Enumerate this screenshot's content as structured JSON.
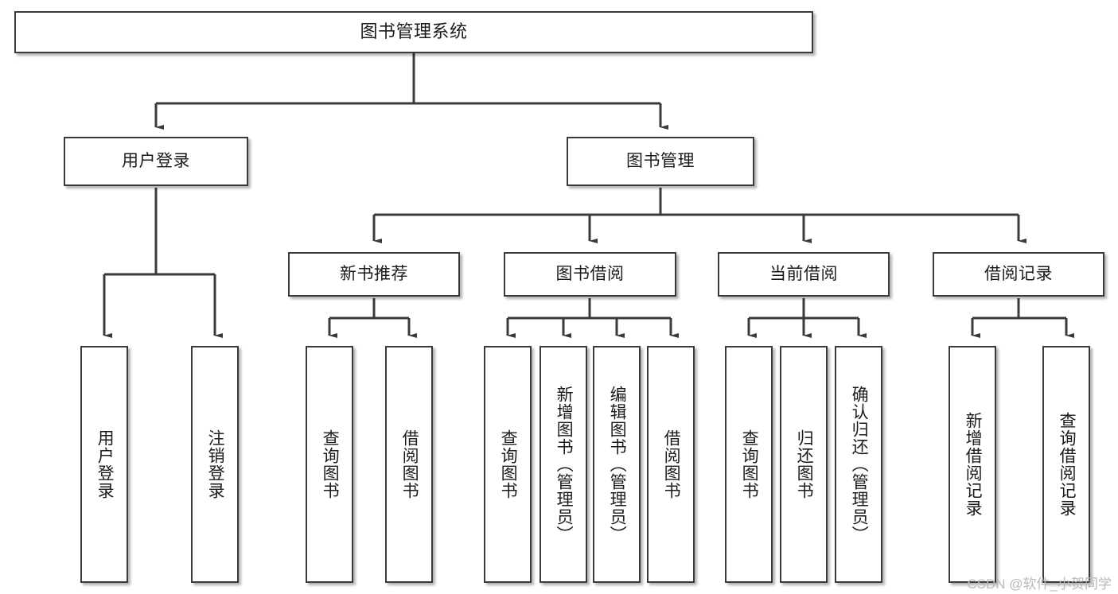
{
  "diagram": {
    "type": "tree-flowchart",
    "title": "图书管理系统",
    "watermark": "CSDN @软件_小贺同学",
    "colors": {
      "background": "#ffffff",
      "box_fill": "#ffffff",
      "box_border": "#3a3a3a",
      "connector": "#3a3a3a",
      "text": "#1b1b1b",
      "watermark": "#b9b9b9"
    },
    "nodes": {
      "root": {
        "label": "图书管理系统"
      },
      "tier2": [
        {
          "id": "user-login",
          "label": "用户登录"
        },
        {
          "id": "book-manage",
          "label": "图书管理"
        }
      ],
      "tier3": [
        {
          "id": "new-book-recommend",
          "label": "新书推荐"
        },
        {
          "id": "book-borrow",
          "label": "图书借阅"
        },
        {
          "id": "current-borrow",
          "label": "当前借阅"
        },
        {
          "id": "borrow-record",
          "label": "借阅记录"
        }
      ],
      "leaves": {
        "user-login": [
          {
            "id": "leaf-user-login",
            "label": "用户登录"
          },
          {
            "id": "leaf-logout",
            "label": "注销登录"
          }
        ],
        "new-book-recommend": [
          {
            "id": "leaf-query-book-1",
            "label": "查询图书"
          },
          {
            "id": "leaf-borrow-book-1",
            "label": "借阅图书"
          }
        ],
        "book-borrow": [
          {
            "id": "leaf-query-book-2",
            "label": "查询图书"
          },
          {
            "id": "leaf-add-book",
            "label": "新增图书（管理员）"
          },
          {
            "id": "leaf-edit-book",
            "label": "编辑图书（管理员）"
          },
          {
            "id": "leaf-borrow-book-2",
            "label": "借阅图书"
          }
        ],
        "current-borrow": [
          {
            "id": "leaf-query-book-3",
            "label": "查询图书"
          },
          {
            "id": "leaf-return-book",
            "label": "归还图书"
          },
          {
            "id": "leaf-confirm-return",
            "label": "确认归还（管理员）"
          }
        ],
        "borrow-record": [
          {
            "id": "leaf-add-record",
            "label": "新增借阅记录"
          },
          {
            "id": "leaf-query-record",
            "label": "查询借阅记录"
          }
        ]
      }
    }
  }
}
